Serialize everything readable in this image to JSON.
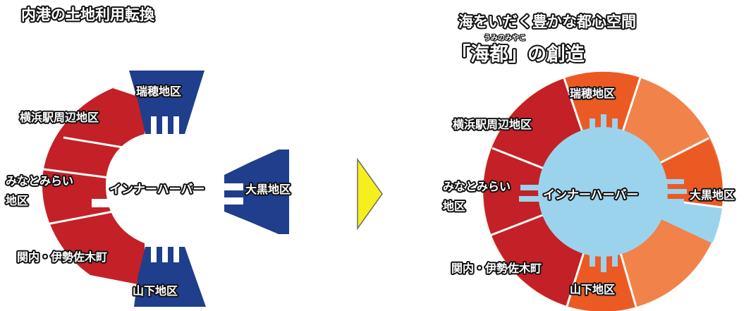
{
  "left": {
    "title": "内港の土地利用転換",
    "center_label": "インナーハーバー",
    "areas": {
      "zuiho": "瑞穂地区",
      "yokohama_station": "横浜駅周辺地区",
      "minatomirai_1": "みなとみらい",
      "minatomirai_2": "地区",
      "kannai": "関内・伊勢佐木町",
      "yamashita": "山下地区",
      "daikoku": "大黒地区"
    }
  },
  "arrow": {
    "color": "#f5ef1e"
  },
  "right": {
    "subtitle": "海をいだく豊かな都心空間",
    "ruby": "うみのみやこ",
    "title": "「海都」の創造",
    "center_label": "インナーハーバー",
    "areas": {
      "zuiho": "瑞穂地区",
      "yokohama_station": "横浜駅周辺地区",
      "minatomirai_1": "みなとみらい",
      "minatomirai_2": "地区",
      "kannai": "関内・伊勢佐木町",
      "yamashita": "山下地区",
      "daikoku": "大黒地区"
    }
  },
  "colors": {
    "blue": "#1f3e8c",
    "red": "#c42027",
    "orange_dark": "#ec5a24",
    "orange_light": "#f1824a",
    "water": "#9bd3ec"
  }
}
